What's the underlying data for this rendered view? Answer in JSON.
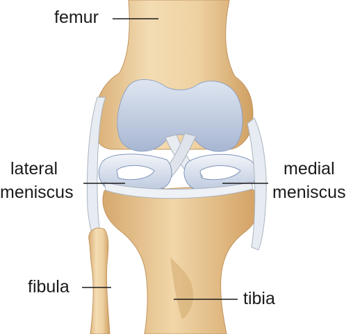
{
  "labels": {
    "femur": "femur",
    "lateral_meniscus_line1": "lateral",
    "lateral_meniscus_line2": "meniscus",
    "medial_meniscus_line1": "medial",
    "medial_meniscus_line2": "meniscus",
    "fibula": "fibula",
    "tibia": "tibia"
  },
  "colors": {
    "bone": "#e9c996",
    "bone_shadow": "#c99a5e",
    "cartilage": "#c6d2e4",
    "cartilage_shadow": "#8ea2c4",
    "ligament": "#e6ebf1",
    "leader_line": "#1a1a1a"
  }
}
